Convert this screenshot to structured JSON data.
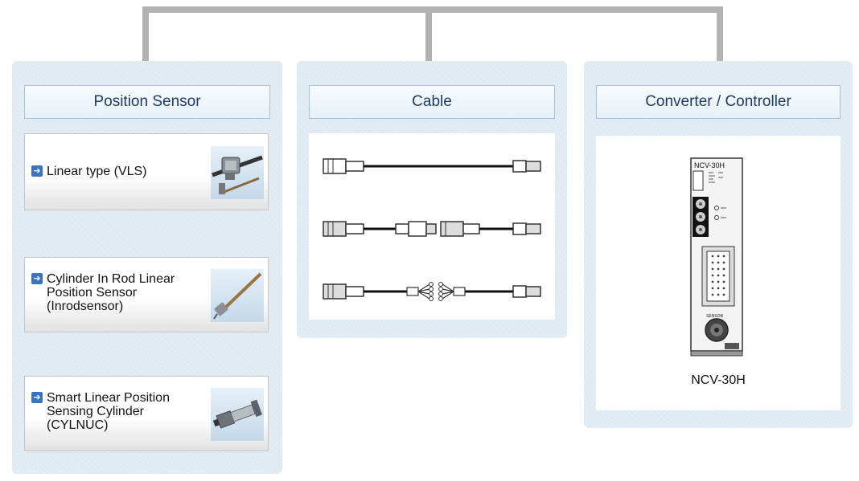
{
  "panels": {
    "position_sensor": {
      "title": "Position Sensor",
      "items": [
        {
          "label": "Linear type (VLS)"
        },
        {
          "label": "Cylinder In Rod Linear\nPosition Sensor\n(Inrodsensor)"
        },
        {
          "label": "Smart Linear Position\nSensing Cylinder\n(CYLNUC)"
        }
      ]
    },
    "cable": {
      "title": "Cable"
    },
    "converter": {
      "title": "Converter / Controller",
      "product_name": "NCV-30H",
      "device_model": "NCV-30H",
      "device_port_label": "SENSOR"
    }
  },
  "icons": {
    "item_arrow": "arrow-right-icon"
  },
  "colors": {
    "panel_bg": "#dde9f2",
    "header_text": "#1d3c60",
    "connector": "#b3b3b3",
    "arrow_icon": "#3b74be"
  }
}
